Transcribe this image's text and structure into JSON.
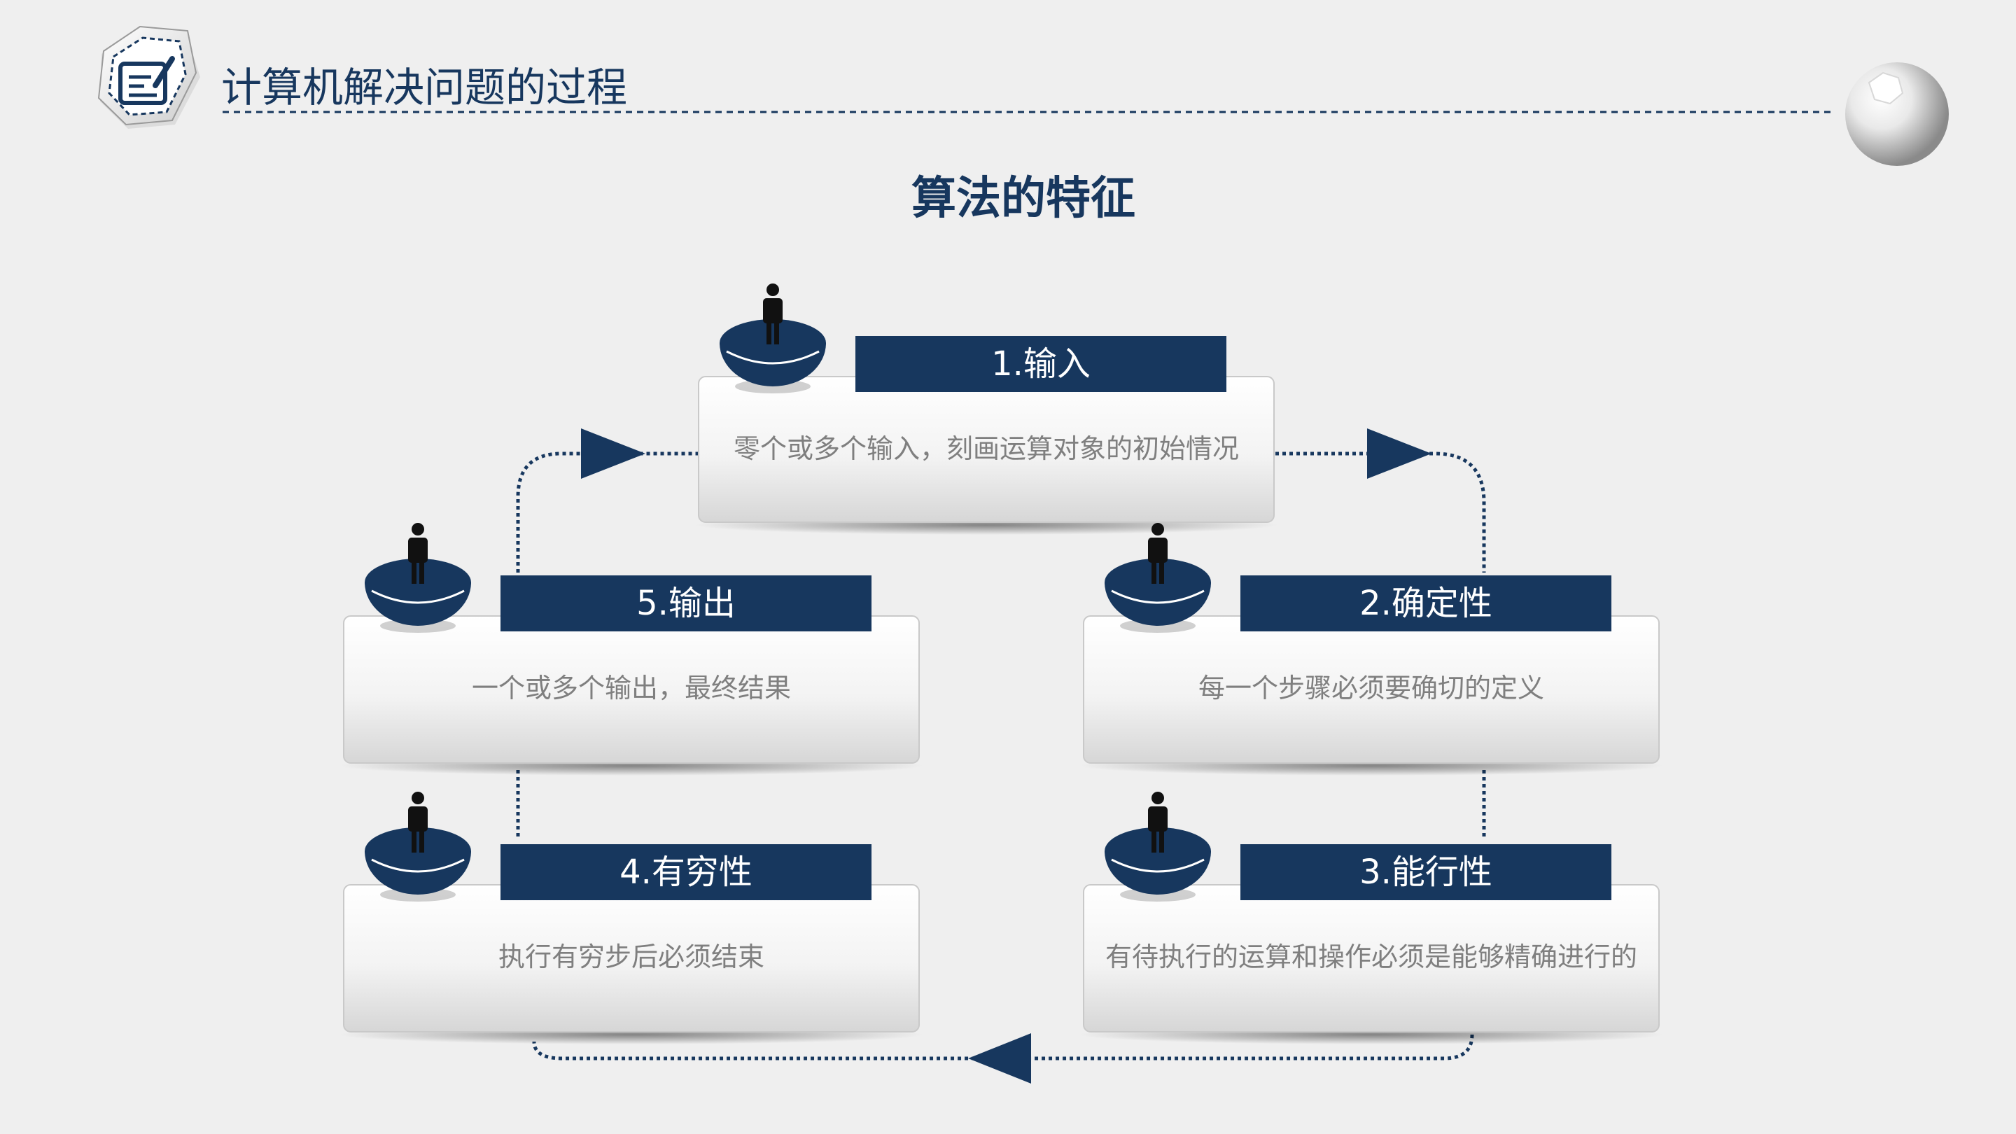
{
  "header": {
    "title": "计算机解决问题的过程",
    "logo_icon": "edit-document-icon",
    "corner_icon": "hexagon-icon"
  },
  "main_title": "算法的特征",
  "features": [
    {
      "title": "1.输入",
      "description": "零个或多个输入，刻画运算对象的初始情况"
    },
    {
      "title": "2.确定性",
      "description": "每一个步骤必须要确切的定义"
    },
    {
      "title": "3.能行性",
      "description": "有待执行的运算和操作必须是能够精确进行的"
    },
    {
      "title": "4.有穷性",
      "description": "执行有穷步后必须结束"
    },
    {
      "title": "5.输出",
      "description": "一个或多个输出，最终结果"
    }
  ],
  "flow_order": [
    "1.输入",
    "2.确定性",
    "3.能行性",
    "4.有穷性",
    "5.输出"
  ],
  "colors": {
    "navy": "#17375e",
    "background": "#efefef",
    "description_text": "#7f7f7f",
    "title_bar_text": "#ffffff"
  }
}
